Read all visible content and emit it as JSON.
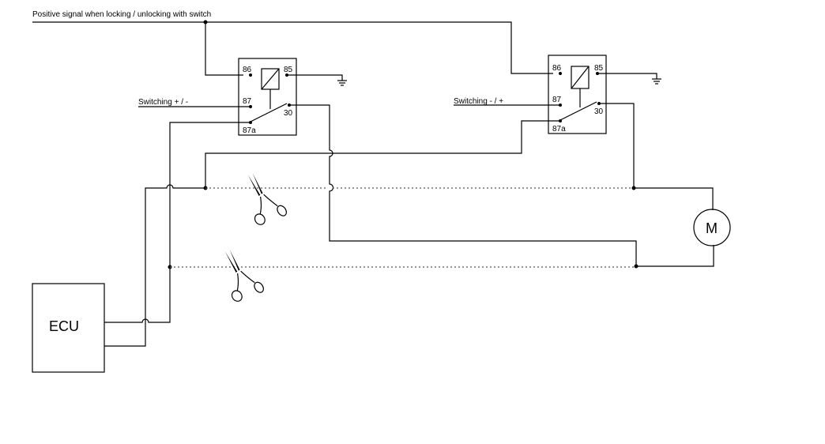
{
  "labels": {
    "top_signal": "Positive signal when locking / unlocking with switch",
    "switching_left": "Switching + / -",
    "switching_right": "Switching - / +"
  },
  "relay_left": {
    "p86": "86",
    "p85": "85",
    "p87": "87",
    "p30": "30",
    "p87a": "87a"
  },
  "relay_right": {
    "p86": "86",
    "p85": "85",
    "p87": "87",
    "p30": "30",
    "p87a": "87a"
  },
  "ecu": {
    "label": "ECU"
  },
  "motor": {
    "label": "M"
  },
  "icons": [
    "ground-icon",
    "scissors-icon",
    "relay-coil-icon",
    "motor-icon"
  ]
}
